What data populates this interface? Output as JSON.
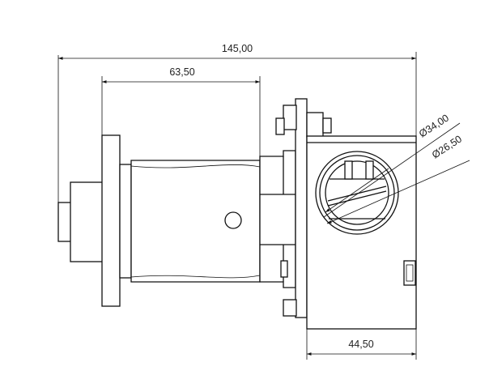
{
  "dimensions": {
    "overall_length": "145,00",
    "shaft_to_flange": "63,50",
    "housing_width": "44,50",
    "outer_diameter": "Ø34,00",
    "inner_diameter": "Ø26,50"
  },
  "colors": {
    "line": "#111111",
    "background": "#ffffff"
  }
}
